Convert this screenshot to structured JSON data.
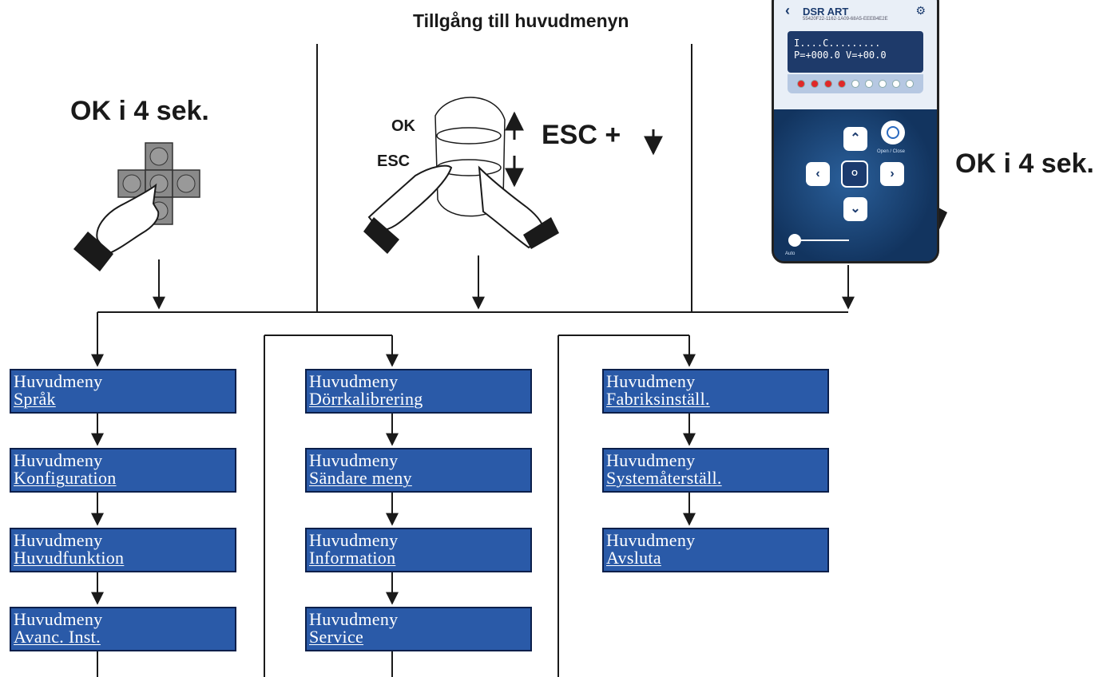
{
  "title": "Tillgång till huvudmenyn",
  "methods": {
    "left_label": "OK i 4 sek.",
    "middle_ok": "OK",
    "middle_esc": "ESC",
    "middle_combo": "ESC +",
    "right_label": "OK i 4 sek."
  },
  "phone": {
    "title": "DSR ART",
    "device_id": "55420F22-1162-1A09-68A5-EEEB4E2E",
    "lcd_line1": "I....C.........",
    "lcd_line2": "P=+000.0 V=+00.0",
    "open_close": "Open / Close",
    "auto": "Auto",
    "led_states": [
      "red",
      "red",
      "red",
      "red",
      "white",
      "white",
      "white",
      "white",
      "white"
    ]
  },
  "columns": [
    [
      {
        "line1": "Huvudmeny",
        "line2": "Språk"
      },
      {
        "line1": "Huvudmeny",
        "line2": "Konfiguration"
      },
      {
        "line1": "Huvudmeny",
        "line2": "Huvudfunktion"
      },
      {
        "line1": "Huvudmeny",
        "line2": "Avanc. Inst."
      }
    ],
    [
      {
        "line1": "Huvudmeny",
        "line2": "Dörrkalibrering"
      },
      {
        "line1": "Huvudmeny",
        "line2": "Sändare meny"
      },
      {
        "line1": "Huvudmeny",
        "line2": "Information"
      },
      {
        "line1": "Huvudmeny",
        "line2": "Service"
      }
    ],
    [
      {
        "line1": "Huvudmeny",
        "line2": "Fabriksinställ."
      },
      {
        "line1": "Huvudmeny",
        "line2": "Systemåterställ."
      },
      {
        "line1": "Huvudmeny",
        "line2": "Avsluta"
      }
    ]
  ],
  "colors": {
    "menu_fill": "#2a5aa8",
    "menu_border": "#0b1f4a",
    "line": "#1a1a1a"
  }
}
